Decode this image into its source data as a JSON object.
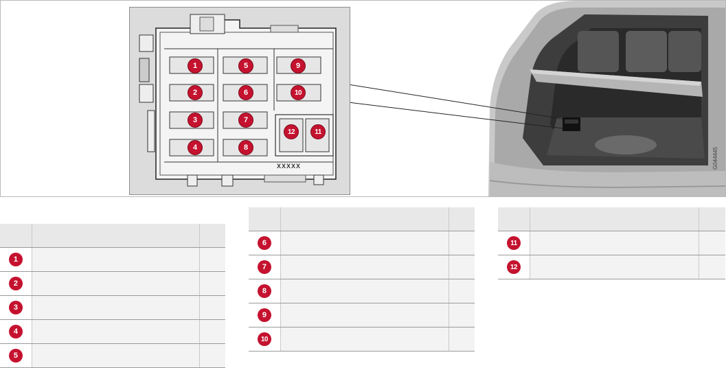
{
  "figure": {
    "code": "G044445",
    "box_code": "XXXXX",
    "fuses": [
      "1",
      "2",
      "3",
      "4",
      "5",
      "6",
      "7",
      "8",
      "9",
      "10",
      "11",
      "12"
    ]
  },
  "tables": [
    {
      "header": {
        "position": "",
        "function": "",
        "ampere": ""
      },
      "rows": [
        {
          "pos": "1",
          "function": "",
          "ampere": ""
        },
        {
          "pos": "2",
          "function": "",
          "ampere": ""
        },
        {
          "pos": "3",
          "function": "",
          "ampere": ""
        },
        {
          "pos": "4",
          "function": "",
          "ampere": ""
        },
        {
          "pos": "5",
          "function": "",
          "ampere": ""
        }
      ]
    },
    {
      "header": {
        "position": "",
        "function": "",
        "ampere": ""
      },
      "rows": [
        {
          "pos": "6",
          "function": "",
          "ampere": ""
        },
        {
          "pos": "7",
          "function": "",
          "ampere": ""
        },
        {
          "pos": "8",
          "function": "",
          "ampere": ""
        },
        {
          "pos": "9",
          "function": "",
          "ampere": ""
        },
        {
          "pos": "10",
          "function": "",
          "ampere": ""
        }
      ]
    },
    {
      "header": {
        "position": "",
        "function": "",
        "ampere": ""
      },
      "rows": [
        {
          "pos": "11",
          "function": "",
          "ampere": ""
        },
        {
          "pos": "12",
          "function": "",
          "ampere": ""
        }
      ]
    }
  ],
  "colors": {
    "badge": "#c4122f",
    "header_bg": "#e8e8e8",
    "cell_bg": "#f3f3f3",
    "rule": "#9a9a9a"
  }
}
